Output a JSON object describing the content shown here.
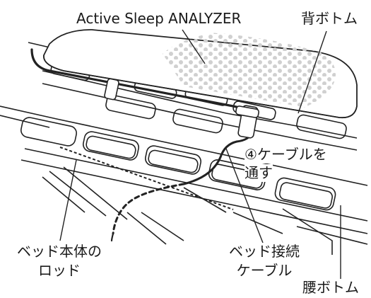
{
  "labels": {
    "device": "Active Sleep ANALYZER",
    "back_bottom": "背ボトム",
    "step_line1": "④ケーブルを",
    "step_line2": "通す",
    "bed_rod_line1": "ベッド本体の",
    "bed_rod_line2": "ロッド",
    "cable_line1": "ベッド接続",
    "cable_line2": "ケーブル",
    "waist_bottom": "腰ボトム"
  }
}
